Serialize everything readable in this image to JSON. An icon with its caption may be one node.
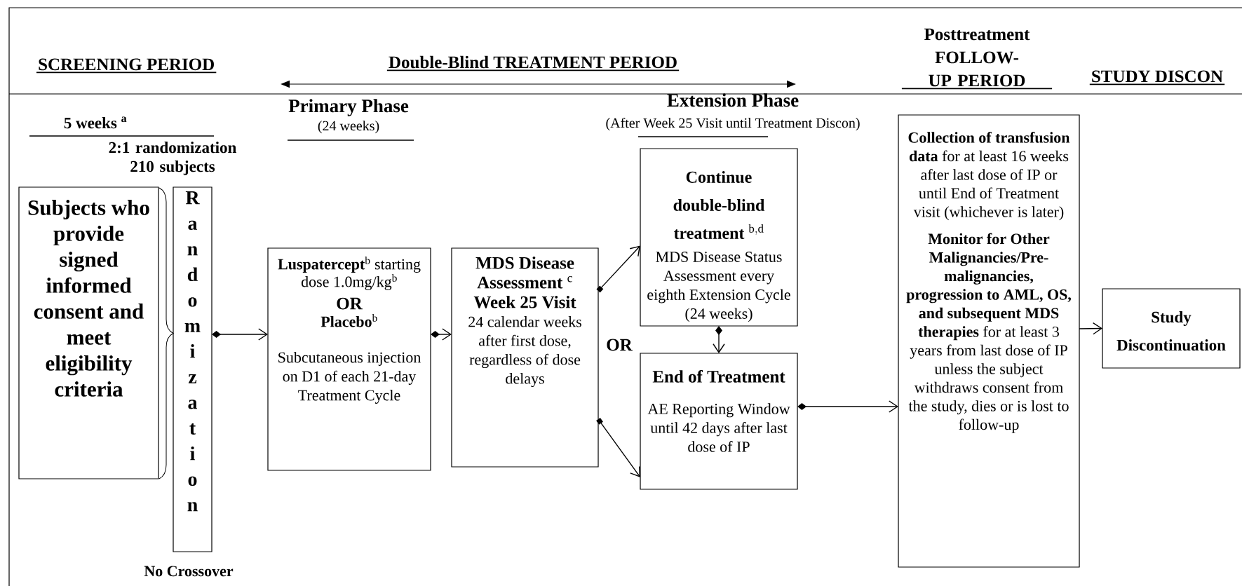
{
  "diagram": {
    "nodes": [
      {
        "text": [
          "Subjects who provide signed informed consent and meet eligibility criteria"
        ]
      },
      {
        "text": [
          "Randomization"
        ]
      },
      {
        "text": [
          "**Luspatercept**$^{b}$ starting dose 1.0mg/kg$^{b}$",
          "OR",
          "**Placebo**$^{b}$",
          "Subcutaneous injection on D1 of each 21-day Treatment Cycle"
        ]
      },
      {
        "text": [
          "**MDS Disease Assessment** $^{c}$",
          "Week 25 Visit",
          "24 calendar weeks after first dose, regardless of dose delays"
        ]
      },
      {
        "text": [
          "Continue double-blind treatment",
          "^{\\mathrm{b,d}}",
          "MDS Disease Status Assessment every eighth Extension Cycle (24 weeks)"
        ]
      },
      {
        "text": [
          "End of Treatment",
          "AE Reporting Window until 42 days after last dose of IP"
        ]
      },
      {
        "text": [
          "**Collection of transfusion data** for at least 16 weeks after last dose of IP or until End of Treatment visit (whichever is later)",
          "**Monitor for Other Malignancies/Pre-malignancies, progression to AML, OS, and subsequent MDS therapies** for at least 3 years from last dose of IP unless the subject withdraws consent from the study, dies or is lost to follow-up"
        ]
      },
      {
        "text": [
          "Study Discontinuation"
        ]
      }
    ],
    "edges": [
      {
        "from": 1,
        "to": 2,
        "arrow": "to"
      },
      {
        "from": 2,
        "to": 3,
        "arrow": "to"
      },
      {
        "from": 3,
        "to": 4,
        "arrow": "to"
      },
      {
        "from": 3,
        "to": 5,
        "arrow": "to"
      },
      {
        "from": 4,
        "to": 5,
        "arrow": "to"
      },
      {
        "from": 5,
        "to": 6,
        "arrow": "to"
      },
      {
        "from": 6,
        "to": 7,
        "arrow": "to"
      }
    ],
    "labels": [
      "SCREENING PERIOD",
      "Double-Blind TREATMENT PERIOD",
      "Posttreatment FOLLOW-UP PERIOD",
      "STUDY DISCON",
      "5 weeks $^{a}$",
      "2:1 randomization 210 subjects",
      "Primary Phase",
      "(24 weeks)",
      "Extension Phase",
      "(After Week 25 Visit until Treatment Discon)",
      "OR",
      "No Crossover"
    ]
  }
}
